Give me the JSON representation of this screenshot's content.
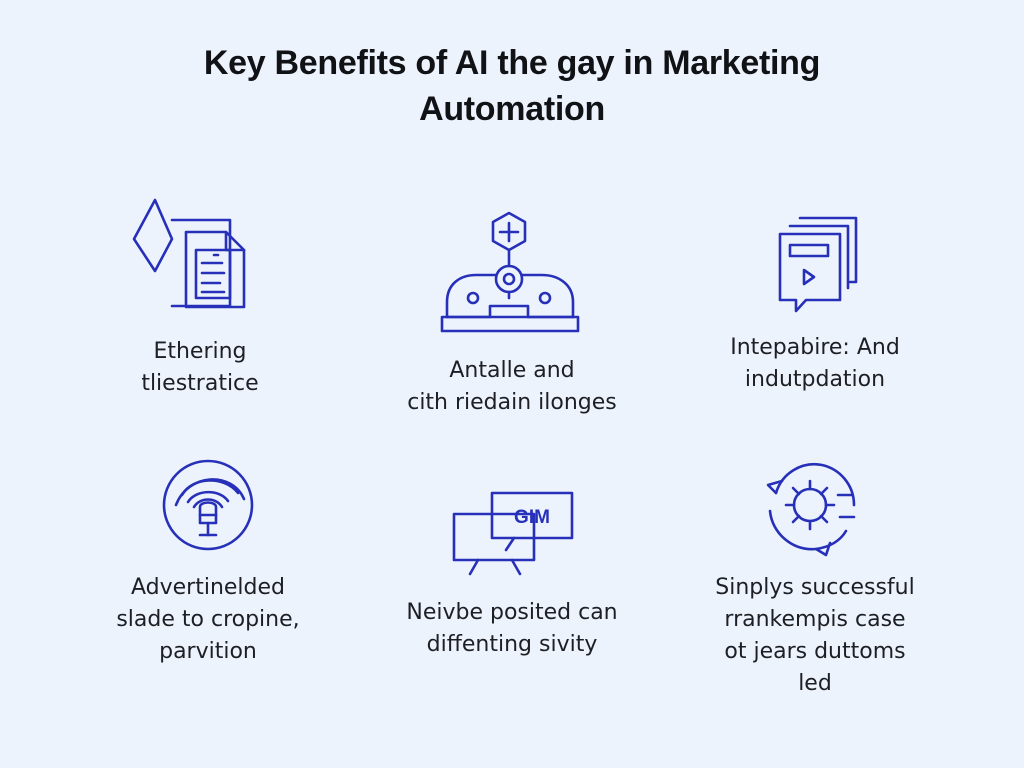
{
  "title": {
    "line1": "Key Benefits of AI the gay in Marketing",
    "line2": "Automation"
  },
  "colors": {
    "background": "#edf3fd",
    "icon_stroke": "#2630b8",
    "text": "#1e1f24"
  },
  "benefits": [
    {
      "icon": "document-diamond-icon",
      "lines": [
        "Ethering",
        "tliestratice"
      ]
    },
    {
      "icon": "robot-hub-icon",
      "lines": [
        "Antalle and",
        "cith riedain ilonges"
      ]
    },
    {
      "icon": "media-cards-icon",
      "lines": [
        "Intepabire: And",
        "indutpdation"
      ]
    },
    {
      "icon": "radar-signal-icon",
      "lines": [
        "Advertinelded",
        "slade to cropine,",
        "parvition"
      ]
    },
    {
      "icon": "screens-icon",
      "screen_text": "GIM",
      "lines": [
        "Neivbe posited can",
        "diffenting sivity"
      ]
    },
    {
      "icon": "gear-cycle-icon",
      "lines": [
        "Sinplys successful",
        "rrankempis case",
        "ot jears duttoms",
        "led"
      ]
    }
  ]
}
